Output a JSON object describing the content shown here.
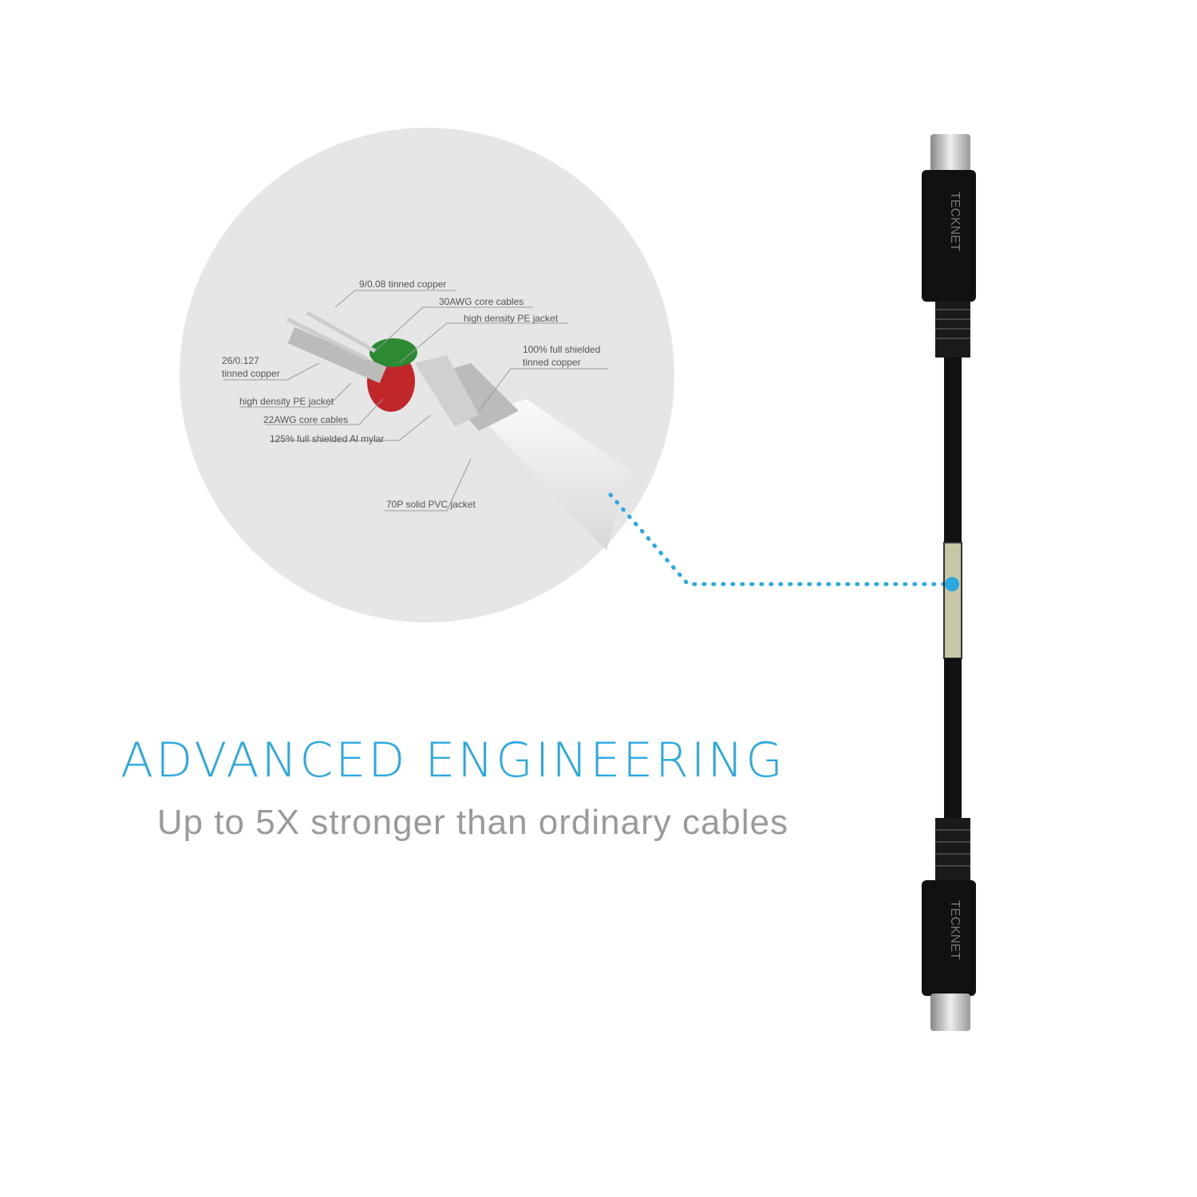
{
  "headline": "ADVANCED ENGINEERING",
  "subheadline": "Up to 5X stronger than ordinary cables",
  "brand": "TECKNET",
  "labels": {
    "strand_thin": "9/0.08 tinned copper",
    "core_30awg": "30AWG core cables",
    "pe_jacket_top": "high density PE jacket",
    "shield_copper_1": "100% full shielded",
    "shield_copper_2": "tinned copper",
    "strand_thick_1": "26/0.127",
    "strand_thick_2": "tinned copper",
    "pe_jacket_left": "high density PE jacket",
    "core_22awg": "22AWG core cables",
    "mylar": "125% full shielded Al mylar",
    "pvc": "70P solid PVC jacket"
  },
  "colors": {
    "accent": "#2aa9e0",
    "subtext": "#9a9a9a"
  }
}
